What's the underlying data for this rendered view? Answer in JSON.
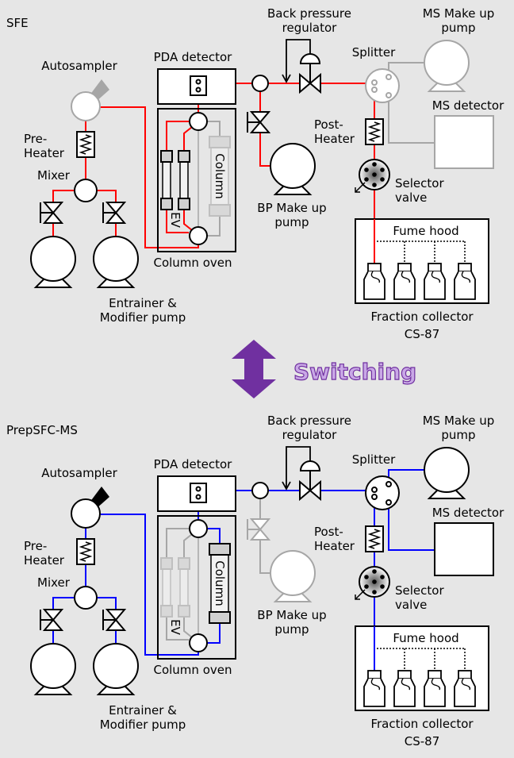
{
  "colors": {
    "background": "#e6e6e6",
    "sfe_flow": "#ff0000",
    "prep_flow": "#0000ff",
    "inactive": "#a6a6a6",
    "switch_arrow": "#7030a0",
    "switch_text_fill": "#c9a8e6"
  },
  "switch": {
    "label": "Switching",
    "icon": "double-arrow-vertical-icon"
  },
  "panels": [
    {
      "id": "sfe",
      "title": "SFE",
      "title_color": "#ff0000",
      "flow_color": "#ff0000",
      "labels": {
        "autosampler": "Autosampler",
        "pda_detector": "PDA detector",
        "back_pressure_regulator_1": "Back pressure",
        "back_pressure_regulator_2": "regulator",
        "ms_makeup_pump_1": "MS Make up",
        "ms_makeup_pump_2": "pump",
        "splitter": "Splitter",
        "ms_detector": "MS detector",
        "pre_heater_1": "Pre-",
        "pre_heater_2": "Heater",
        "post_heater_1": "Post-",
        "post_heater_2": "Heater",
        "mixer": "Mixer",
        "selector_valve_1": "Selector",
        "selector_valve_2": "valve",
        "bp_makeup_pump_1": "BP Make up",
        "bp_makeup_pump_2": "pump",
        "column": "Column",
        "ev": "EV",
        "column_oven": "Column oven",
        "fume_hood": "Fume hood",
        "pump_1": "Entrainer &",
        "pump_2": "Modifier pump",
        "fraction_collector_1": "Fraction collector",
        "fraction_collector_2": "CS-87"
      },
      "active": {
        "autosampler": false,
        "ev": true,
        "column": false,
        "bp_makeup_pump": true,
        "splitter": false,
        "ms_makeup_pump": false,
        "ms_detector": false
      }
    },
    {
      "id": "prepsfc",
      "title": "PrepSFC-MS",
      "title_color": "#0000ff",
      "flow_color": "#0000ff",
      "labels": {
        "autosampler": "Autosampler",
        "pda_detector": "PDA detector",
        "back_pressure_regulator_1": "Back pressure",
        "back_pressure_regulator_2": "regulator",
        "ms_makeup_pump_1": "MS Make up",
        "ms_makeup_pump_2": "pump",
        "splitter": "Splitter",
        "ms_detector": "MS detector",
        "pre_heater_1": "Pre-",
        "pre_heater_2": "Heater",
        "post_heater_1": "Post-",
        "post_heater_2": "Heater",
        "mixer": "Mixer",
        "selector_valve_1": "Selector",
        "selector_valve_2": "valve",
        "bp_makeup_pump_1": "BP Make up",
        "bp_makeup_pump_2": "pump",
        "column": "Column",
        "ev": "EV",
        "column_oven": "Column oven",
        "fume_hood": "Fume hood",
        "pump_1": "Entrainer &",
        "pump_2": "Modifier pump",
        "fraction_collector_1": "Fraction collector",
        "fraction_collector_2": "CS-87"
      },
      "active": {
        "autosampler": true,
        "ev": false,
        "column": true,
        "bp_makeup_pump": false,
        "splitter": true,
        "ms_makeup_pump": true,
        "ms_detector": true
      }
    }
  ]
}
